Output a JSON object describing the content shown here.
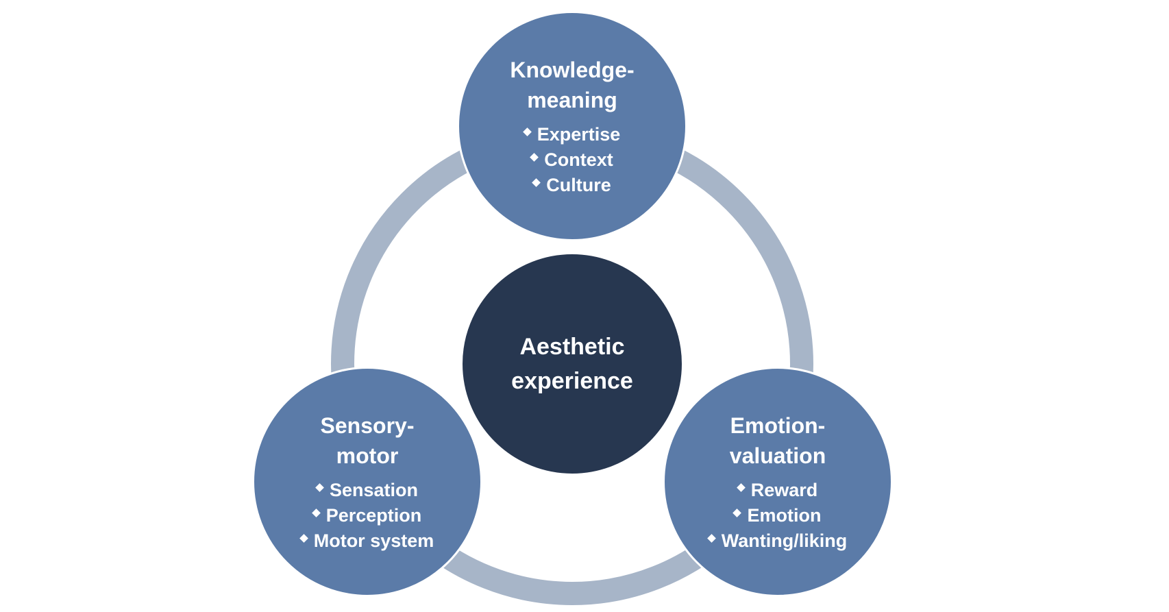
{
  "center": {
    "title_line1": "Aesthetic",
    "title_line2": "experience"
  },
  "nodes": [
    {
      "title_line1": "Knowledge-",
      "title_line2": "meaning",
      "items": [
        "Expertise",
        "Context",
        "Culture"
      ]
    },
    {
      "title_line1": "Sensory-",
      "title_line2": "motor",
      "items": [
        "Sensation",
        "Perception",
        "Motor system"
      ]
    },
    {
      "title_line1": "Emotion-",
      "title_line2": "valuation",
      "items": [
        "Reward",
        "Emotion",
        "Wanting/liking"
      ]
    }
  ],
  "colors": {
    "outer": "#5b7ba8",
    "center": "#273750",
    "ring": "#a7b5c8"
  }
}
